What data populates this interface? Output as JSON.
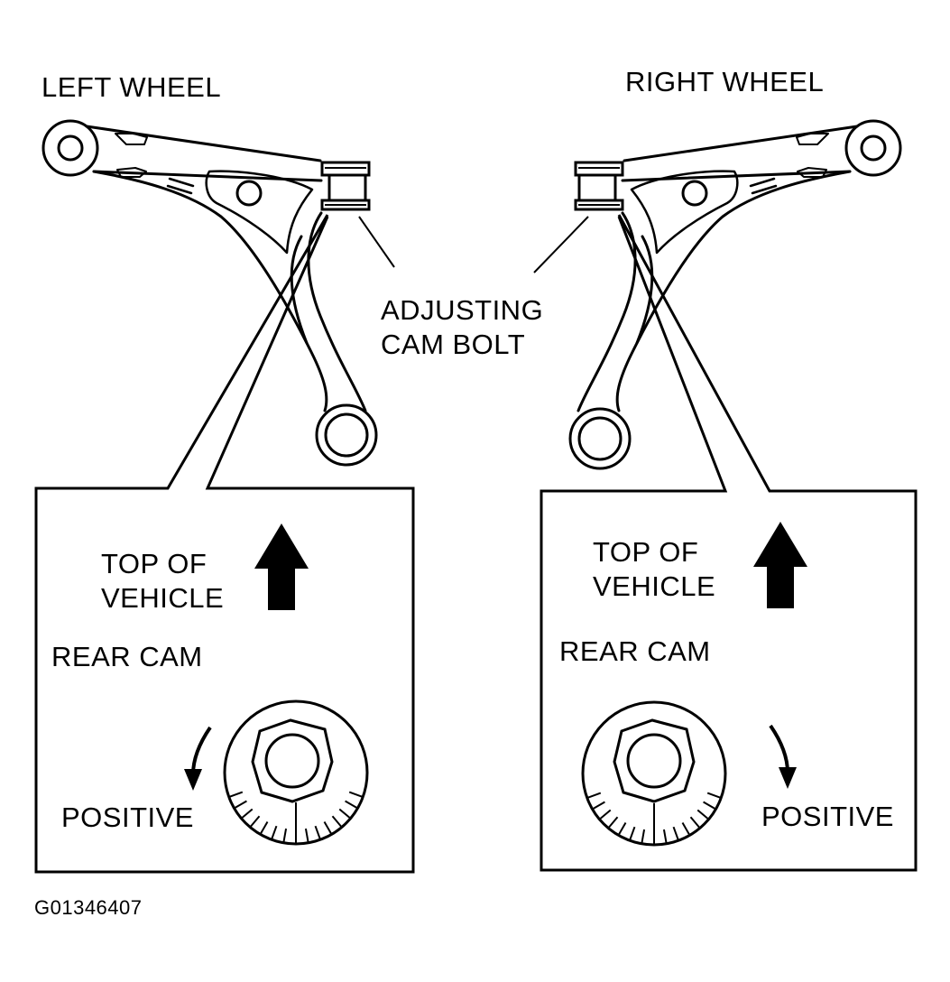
{
  "labels": {
    "left_wheel": "LEFT WHEEL",
    "right_wheel": "RIGHT WHEEL",
    "adjusting_cam_bolt": "ADJUSTING\nCAM BOLT",
    "left_top_of_vehicle": "TOP OF\nVEHICLE",
    "right_top_of_vehicle": "TOP OF\nVEHICLE",
    "left_rear_cam": "REAR CAM",
    "right_rear_cam": "REAR CAM",
    "left_positive": "POSITIVE",
    "right_positive": "POSITIVE",
    "figure_id": "G01346407"
  },
  "colors": {
    "ink": "#000000",
    "paper": "#ffffff"
  },
  "icons": {
    "up_arrow": "up-arrow-icon",
    "rotation_arrow": "curved-arrow-icon",
    "cam_bolt": "cam-bolt-icon",
    "control_arm": "control-arm-icon"
  }
}
